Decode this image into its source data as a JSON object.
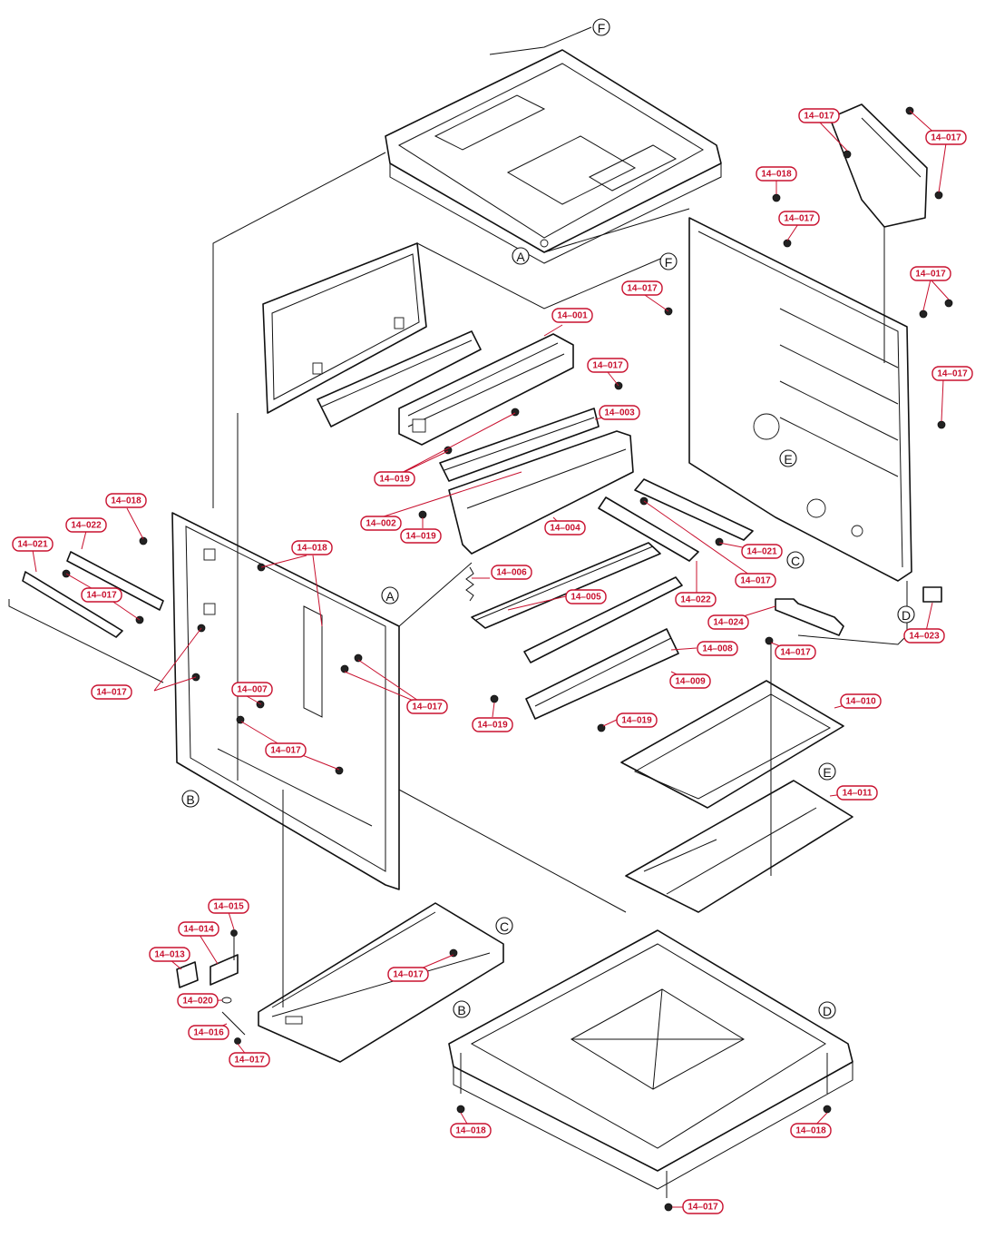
{
  "callouts": {
    "c001": "14–001",
    "c002": "14–002",
    "c003": "14–003",
    "c004": "14–004",
    "c005": "14–005",
    "c006": "14–006",
    "c007": "14–007",
    "c008": "14–008",
    "c009": "14–009",
    "c010": "14–010",
    "c011": "14–011",
    "c013": "14–013",
    "c014": "14–014",
    "c015": "14–015",
    "c016": "14–016",
    "c017": "14–017",
    "c018": "14–018",
    "c019": "14–019",
    "c020": "14–020",
    "c021": "14–021",
    "c022": "14–022",
    "c023": "14–023",
    "c024": "14–024"
  },
  "connectors": {
    "a": "A",
    "b": "B",
    "c": "C",
    "d": "D",
    "e": "E",
    "f": "F"
  },
  "colors": {
    "callout": "#c8102e",
    "line": "#111111"
  }
}
